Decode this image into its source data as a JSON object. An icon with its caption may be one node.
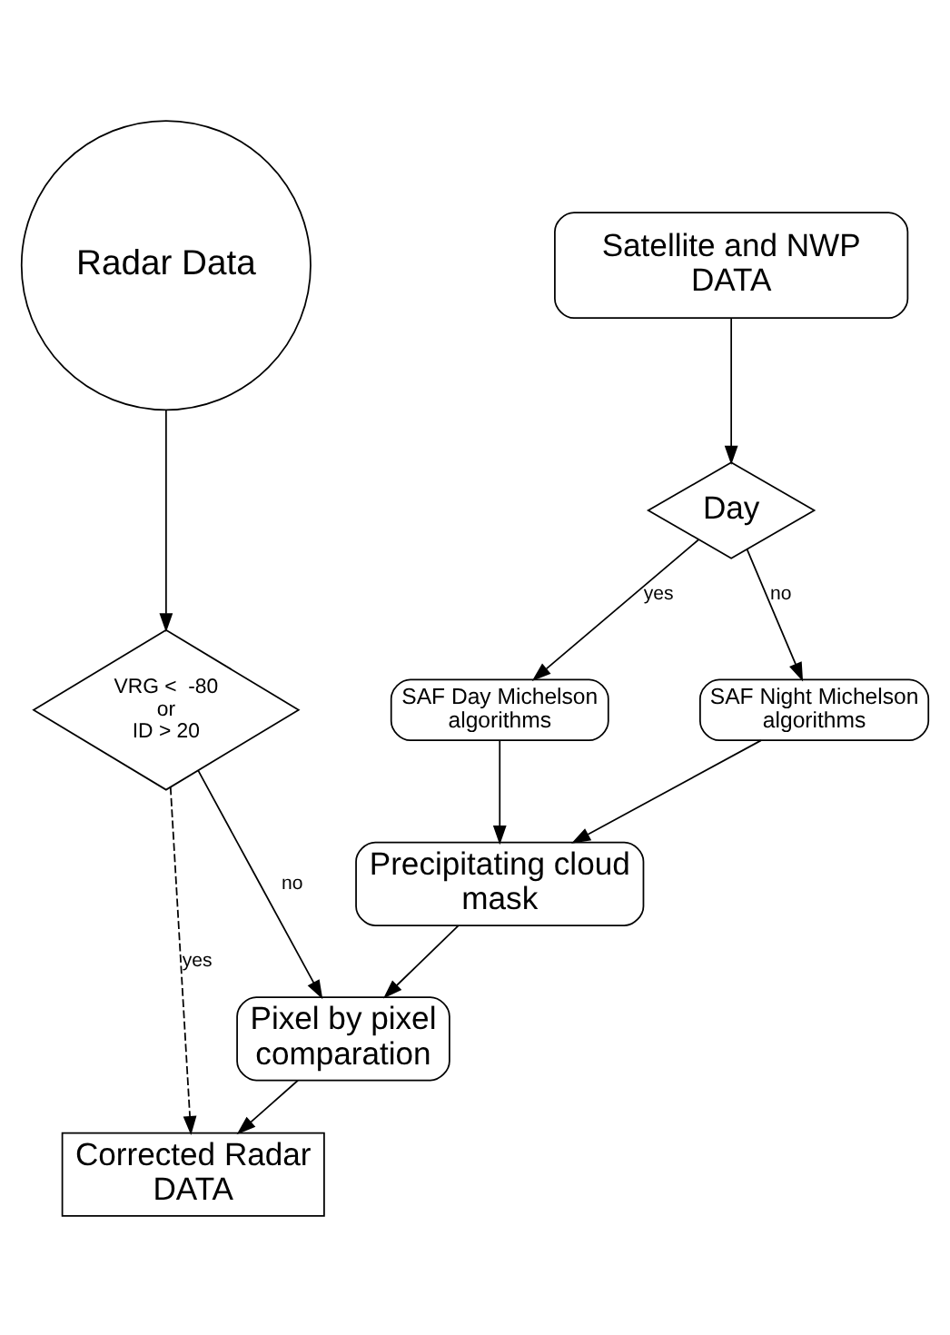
{
  "diagram": {
    "nodes": [
      {
        "text": [
          "Radar Data"
        ]
      },
      {
        "text": [
          "Satellite and NWP DATA"
        ]
      },
      {
        "text": [
          "Day"
        ]
      },
      {
        "text": [
          "VRG <  -80 or ID > 20"
        ]
      },
      {
        "text": [
          "SAF Day Michelson algorithms"
        ]
      },
      {
        "text": [
          "SAF Night Michelson algorithms"
        ]
      },
      {
        "text": [
          "Precipitating cloud mask"
        ]
      },
      {
        "text": [
          "Pixel by pixel comparation"
        ]
      },
      {
        "text": [
          "Corrected Radar DATA"
        ]
      }
    ],
    "edges": [
      {
        "from": 0,
        "to": 3,
        "arrow": "to"
      },
      {
        "from": 1,
        "to": 2,
        "arrow": "to"
      },
      {
        "from": 2,
        "to": 4,
        "arrow": "to",
        "label": "yes"
      },
      {
        "from": 2,
        "to": 5,
        "arrow": "to",
        "label": "no"
      },
      {
        "from": 4,
        "to": 6,
        "arrow": "to"
      },
      {
        "from": 5,
        "to": 6,
        "arrow": "to"
      },
      {
        "from": 6,
        "to": 7,
        "arrow": "to"
      },
      {
        "from": 3,
        "to": 7,
        "arrow": "to",
        "label": "no"
      },
      {
        "from": 3,
        "to": 8,
        "arrow": "to",
        "label": "yes",
        "style": "dashed"
      },
      {
        "from": 7,
        "to": 8,
        "arrow": "to"
      }
    ]
  }
}
